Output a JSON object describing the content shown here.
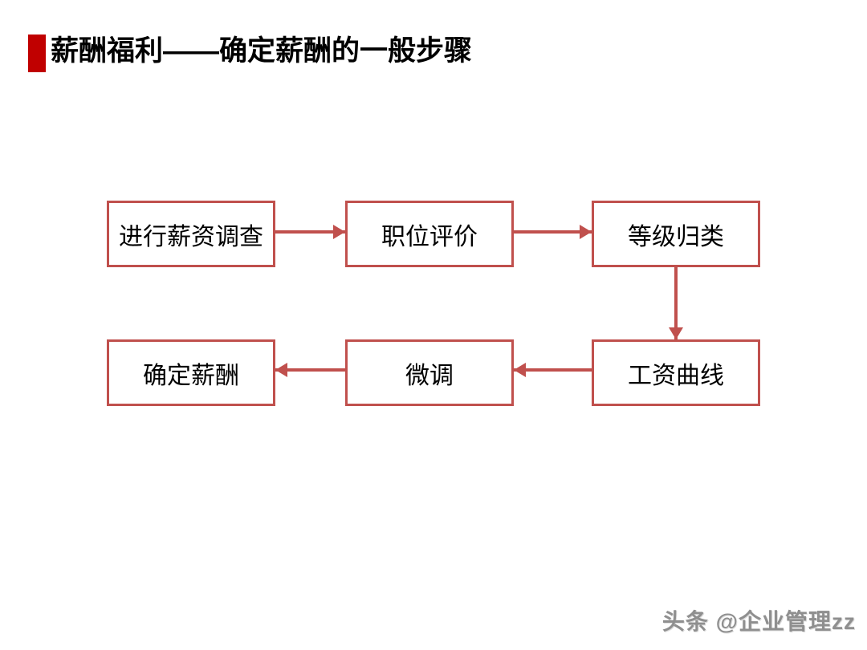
{
  "slide": {
    "title": "薪酬福利——确定薪酬的一般步骤",
    "watermark": "头条 @企业管理zz",
    "colors": {
      "accent_red": "#c00000",
      "box_border": "#c0504d",
      "arrow": "#c0504d",
      "text": "#000000",
      "watermark": "#8f8f8f"
    }
  },
  "flowchart": {
    "nodes": [
      {
        "id": "salary-survey",
        "label": "进行薪资调查",
        "row": 1,
        "col": 1
      },
      {
        "id": "job-evaluation",
        "label": "职位评价",
        "row": 1,
        "col": 2
      },
      {
        "id": "grade-classify",
        "label": "等级归类",
        "row": 1,
        "col": 3
      },
      {
        "id": "wage-curve",
        "label": "工资曲线",
        "row": 2,
        "col": 3
      },
      {
        "id": "fine-tuning",
        "label": "微调",
        "row": 2,
        "col": 2
      },
      {
        "id": "determine-pay",
        "label": "确定薪酬",
        "row": 2,
        "col": 1
      }
    ],
    "edges": [
      {
        "from": "salary-survey",
        "to": "job-evaluation",
        "direction": "right"
      },
      {
        "from": "job-evaluation",
        "to": "grade-classify",
        "direction": "right"
      },
      {
        "from": "grade-classify",
        "to": "wage-curve",
        "direction": "down"
      },
      {
        "from": "wage-curve",
        "to": "fine-tuning",
        "direction": "left"
      },
      {
        "from": "fine-tuning",
        "to": "determine-pay",
        "direction": "left"
      }
    ]
  }
}
